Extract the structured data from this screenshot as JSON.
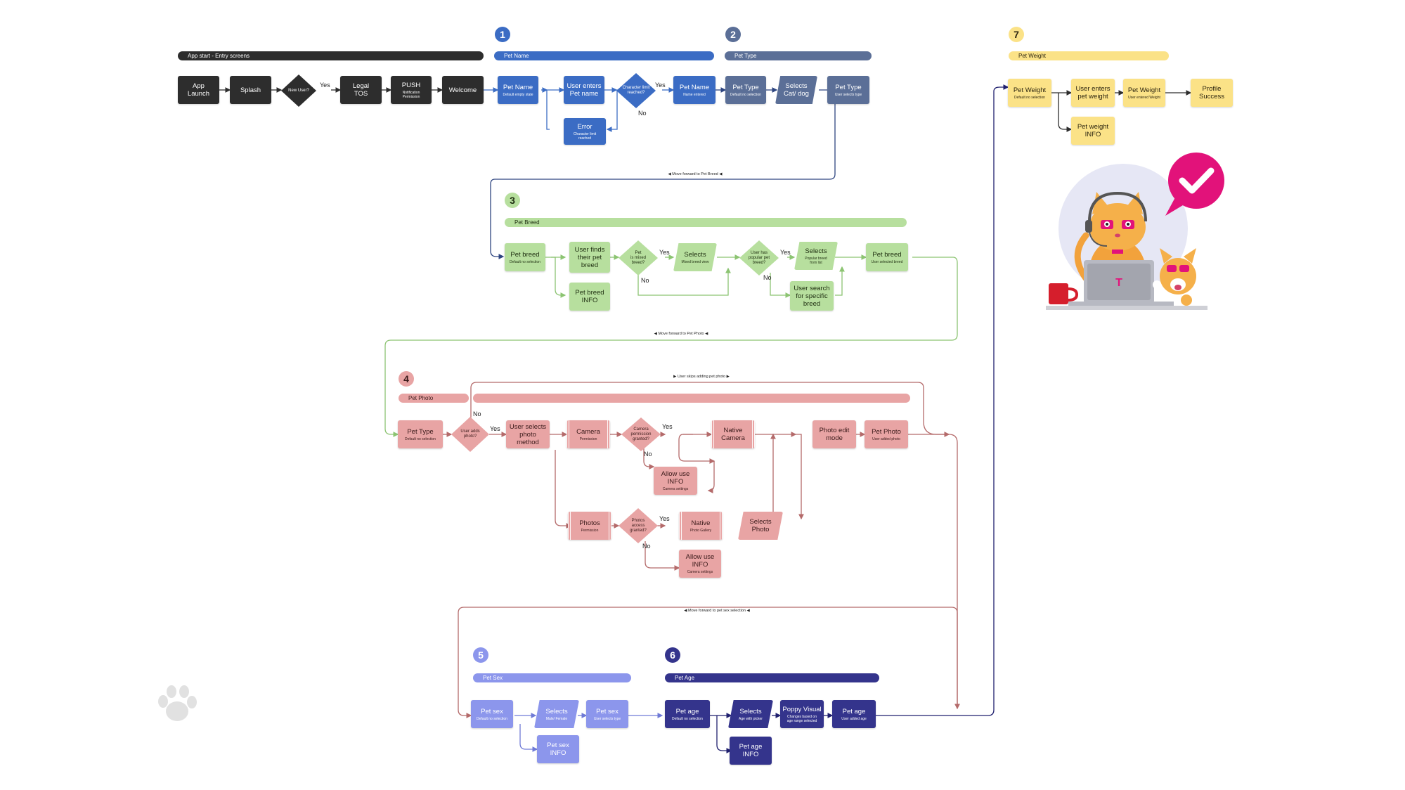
{
  "sections": {
    "entry": {
      "banner": "App start - Entry screens"
    },
    "s1": {
      "num": "1",
      "banner": "Pet Name"
    },
    "s2": {
      "num": "2",
      "banner": "Pet Type"
    },
    "s3": {
      "num": "3",
      "banner": "Pet Breed"
    },
    "s4": {
      "num": "4",
      "banner": "Pet Photo"
    },
    "s5": {
      "num": "5",
      "banner": "Pet Sex"
    },
    "s6": {
      "num": "6",
      "banner": "Pet Age"
    },
    "s7": {
      "num": "7",
      "banner": "Pet Weight"
    }
  },
  "entry": {
    "app_launch": "App\nLaunch",
    "splash": "Splash",
    "new_user": "New User?",
    "yes": "Yes",
    "legal_tos": "Legal\nTOS",
    "push": "PUSH",
    "push_sub": "Notification\nPermission",
    "welcome": "Welcome"
  },
  "pet_name": {
    "default": "Pet Name",
    "default_sub": "Default empty state",
    "user_enters": "User enters\nPet name",
    "char_limit": "Character limit\nreached?",
    "yes": "Yes",
    "no": "No",
    "error": "Error",
    "error_sub": "Character limit\nreached",
    "entered": "Pet Name",
    "entered_sub": "Name entered"
  },
  "pet_type": {
    "default": "Pet Type",
    "default_sub": "Default no selection",
    "selects": "Selects\nCat/ dog",
    "selected": "Pet Type",
    "selected_sub": "User selects type"
  },
  "notes": {
    "to_breed": "Move forward to Pet Breed",
    "to_photo": "Move forward to Pet Photo",
    "skip_photo": "User skips adding pet photo",
    "to_sex": "Move forward to pet sex selection"
  },
  "pet_breed": {
    "default": "Pet breed",
    "default_sub": "Default no selection",
    "user_finds": "User finds\ntheir pet\nbreed",
    "info": "Pet breed\nINFO",
    "mixed": "Pet\nis mixed\nbreed?",
    "yes1": "Yes",
    "no1": "No",
    "selects_mixed": "Selects",
    "selects_mixed_sub": "Mixed breed view",
    "popular": "User has\npopular pet\nbreed?",
    "yes2": "Yes",
    "no2": "No",
    "selects_popular": "Selects",
    "selects_popular_sub": "Popular breed\nfrom list",
    "search": "User search\nfor specific\nbreed",
    "selected": "Pet breed",
    "selected_sub": "User selected breed"
  },
  "pet_photo": {
    "type": "Pet Type",
    "type_sub": "Default no selection",
    "adds": "User adds\nphoto?",
    "yes": "Yes",
    "no": "No",
    "method": "User selects\nphoto\nmethod",
    "camera": "Camera",
    "camera_sub": "Permission",
    "cam_granted": "Camera\npermission\ngranted?",
    "cam_yes": "Yes",
    "cam_no": "No",
    "native_camera": "Native\nCamera",
    "allow_cam": "Allow use\nINFO",
    "allow_cam_sub": "Camera settings",
    "edit": "Photo edit\nmode",
    "photo": "Pet Photo",
    "photo_sub": "User added photo",
    "photos": "Photos",
    "photos_sub": "Permission",
    "photos_granted": "Photos\naccess\ngranted?",
    "ph_yes": "Yes",
    "ph_no": "No",
    "native_gallery": "Native",
    "native_gallery_sub": "Photo Gallery",
    "selects_photo": "Selects\nPhoto",
    "allow_photos": "Allow use\nINFO",
    "allow_photos_sub": "Camera settings"
  },
  "pet_sex": {
    "default": "Pet sex",
    "default_sub": "Default no selection",
    "selects": "Selects",
    "selects_sub": "Male/ Female",
    "selected": "Pet sex",
    "selected_sub": "User selects type",
    "info": "Pet sex\nINFO"
  },
  "pet_age": {
    "default": "Pet age",
    "default_sub": "Default no selection",
    "selects": "Selects",
    "selects_sub": "Age with picker",
    "poppy": "Poppy Visual",
    "poppy_sub": "Changes based on\nage range selected",
    "added": "Pet age",
    "added_sub": "User added age",
    "info": "Pet age\nINFO"
  },
  "pet_weight": {
    "default": "Pet Weight",
    "default_sub": "Default no selection",
    "user_enters": "User enters\npet weight",
    "entered": "Pet Weight",
    "entered_sub": "User entered Weight",
    "profile": "Profile\nSuccess",
    "info": "Pet weight\nINFO"
  },
  "colors": {
    "dark": "#2d2d2d",
    "blue": "#3b6cc4",
    "slate": "#5b6f97",
    "green": "#b7df9e",
    "pink": "#e8a4a4",
    "lavender": "#8c96ec",
    "navy": "#34348c",
    "yellow": "#fbe287",
    "magenta": "#e2127a"
  },
  "icons": [
    "check-icon",
    "paw-icon",
    "t-logo"
  ]
}
